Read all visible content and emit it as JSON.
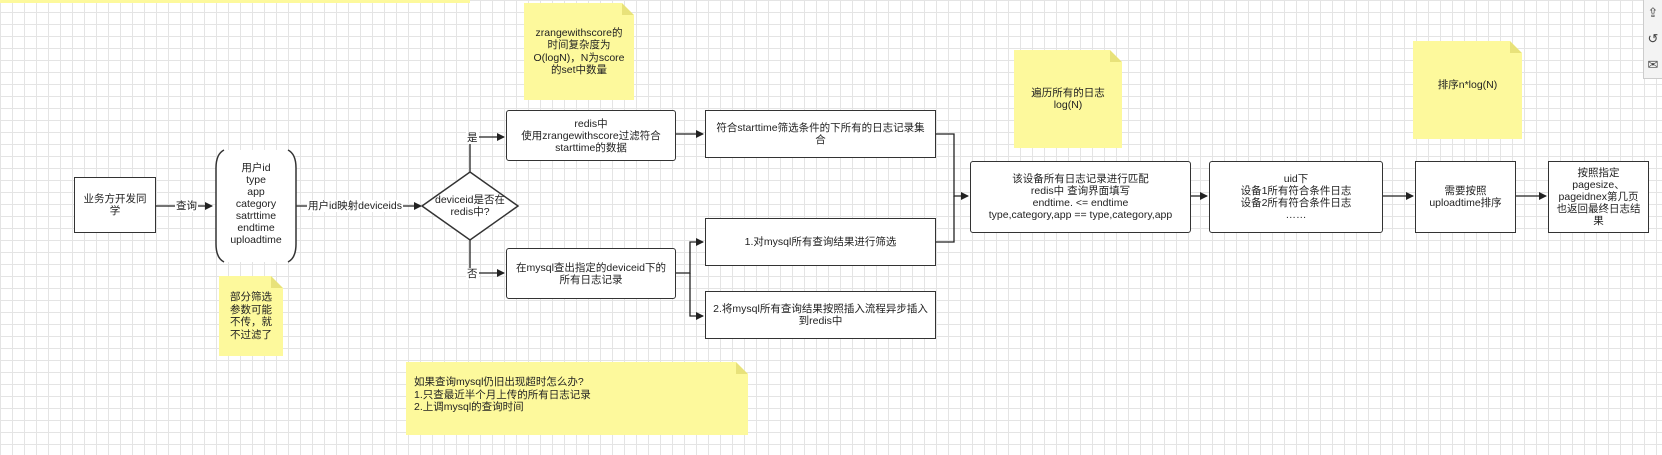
{
  "nodes": {
    "start": "业务方开发同\n学",
    "params": "用户id\ntype\napp\ncategory\nsatrttime\nendtime\nuploadtime",
    "decision": "deviceid是否在\nredis中?",
    "redis_filter": "redis中\n使用zrangewithscore过滤符合\nstarttime的数据",
    "all_logs_start": "符合starttime筛选条件的下所有的日志记录集\n合",
    "mysql_query": "在mysql查出指定的deviceid下的\n所有日志记录",
    "mysql_filter": "1.对mysql所有查询结果进行筛选",
    "mysql_insert": "2.将mysql所有查询结果按照插入流程异步插入\n到redis中",
    "match": "该设备所有日志记录进行匹配\n    redis中                  查询界面填写\n    endtime.      <=          endtime\ntype,category,app ==     type,category,app",
    "uid": "uid下\n设备1所有符合条件日志\n设备2所有符合条件日志\n……",
    "sort": "需要按照\nuploadtime排序",
    "result": "按照指定\npagesize、\npageidnex第几页\n也返回最终日志结\n果"
  },
  "edge_labels": {
    "query": "查询",
    "map": "用户id映射deviceids",
    "yes": "是",
    "no": "否"
  },
  "notes": {
    "complexity": "zrangewithscore的\n时间复杂度为\nO(logN)，N为score\n的set中数量",
    "partial": "部分筛选\n参数可能\n不传，就\n不过滤了",
    "traverse": "遍历所有的日志\nlog(N)",
    "sort_cost": "排序n*log(N)",
    "timeout": "如果查询mysql仍旧出现超时怎么办?\n1.只查最近半个月上传的所有日志记录\n2.上调mysql的查询时间"
  },
  "sidebar_icons": [
    "share-icon",
    "undo-icon",
    "comment-icon"
  ]
}
